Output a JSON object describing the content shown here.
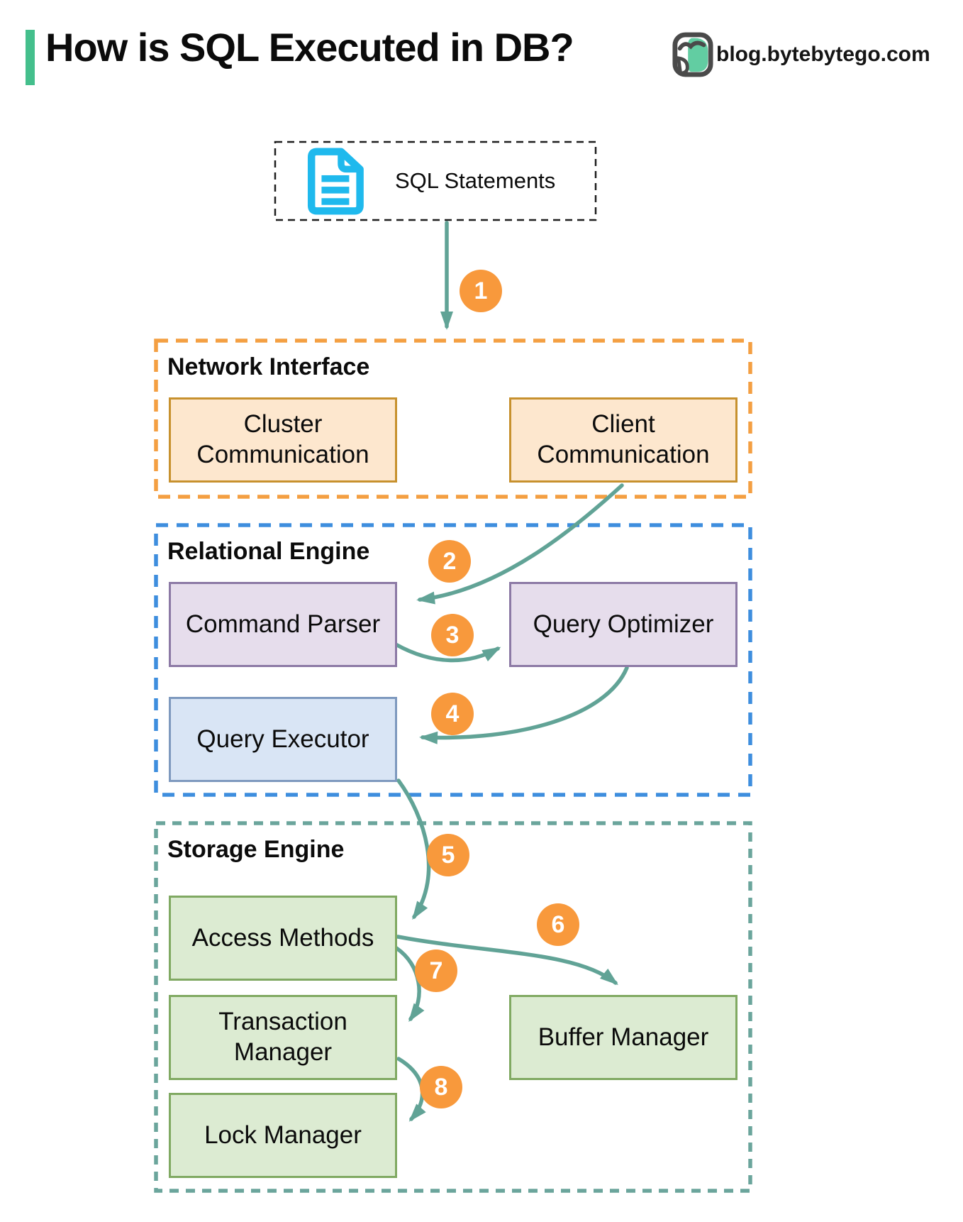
{
  "header": {
    "title": "How is SQL Executed in DB?",
    "brand": "blog.bytebytego.com"
  },
  "source": {
    "label": "SQL Statements"
  },
  "sections": {
    "network_interface": {
      "title": "Network Interface",
      "boxes": {
        "cluster": "Cluster Communication",
        "client": "Client Communication"
      }
    },
    "relational_engine": {
      "title": "Relational Engine",
      "boxes": {
        "command_parser": "Command Parser",
        "query_optimizer": "Query Optimizer",
        "query_executor": "Query Executor"
      }
    },
    "storage_engine": {
      "title": "Storage Engine",
      "boxes": {
        "access_methods": "Access Methods",
        "transaction_manager": "Transaction Manager",
        "buffer_manager": "Buffer Manager",
        "lock_manager": "Lock Manager"
      }
    }
  },
  "steps": [
    "1",
    "2",
    "3",
    "4",
    "5",
    "6",
    "7",
    "8"
  ],
  "colors": {
    "accent_bar": "#44BF8C",
    "arrow": "#61A396",
    "badge": "#F8993C",
    "network_border": "#F49F42",
    "relational_border": "#3E8EDE",
    "storage_border": "#6BA59C",
    "source_border": "#1F1F1F",
    "peach_fill": "#FDE7CE",
    "peach_border": "#C7912E",
    "purple_fill": "#E6DDEC",
    "purple_border": "#8C79A5",
    "blue_fill": "#D9E5F5",
    "blue_border": "#7E99BE",
    "green_fill": "#DCEBD2",
    "green_border": "#80A962",
    "doc_icon": "#1FB9ED",
    "logo_outline": "#4A4A4A",
    "logo_fill": "#62CDA2"
  }
}
